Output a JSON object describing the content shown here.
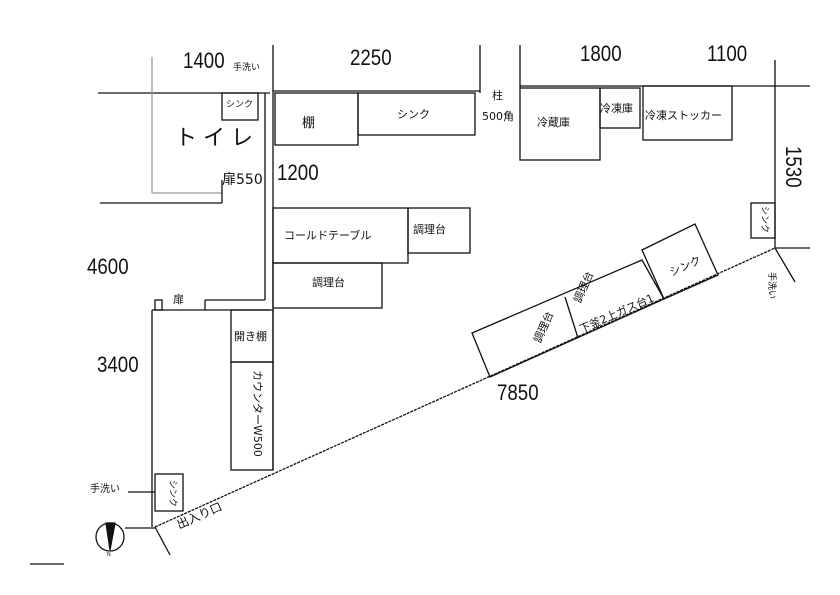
{
  "dimensions": {
    "d1400": "1400",
    "d2250": "2250",
    "d1800": "1800",
    "d1100": "1100",
    "d1530": "1530",
    "d1200": "1200",
    "d4600": "4600",
    "d3400": "3400",
    "d7850": "7850"
  },
  "rooms": {
    "toilet": "トイレ",
    "toilet_door": "扉550",
    "door": "扉",
    "entrance": "出入り口"
  },
  "fixtures": {
    "toilet_sink": "シンク",
    "handwash_top": "手洗い",
    "shelf": "棚",
    "sink_top": "シンク",
    "pillar": "柱",
    "pillar_size": "500角",
    "refrigerator": "冷蔵庫",
    "freezer": "冷凍庫",
    "freezer_stocker": "冷凍ストッカー",
    "cold_table": "コールドテーブル",
    "prep_table_1": "調理台",
    "prep_table_2": "調理台",
    "open_shelf": "開き棚",
    "counter": "カウンターW500",
    "sink_left": "シンク",
    "handwash_left": "手洗い",
    "sink_right": "シンク",
    "handwash_right": "手洗い",
    "prep_table_diag": "調理台",
    "prep_table_gas": "調理台",
    "gas_note": "下釜2上ガス台1",
    "sink_diag": "シンク",
    "compass_n": "N"
  }
}
